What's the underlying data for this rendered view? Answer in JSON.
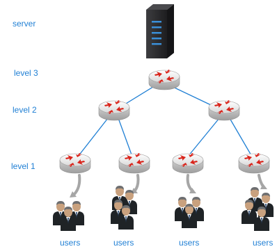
{
  "labels": {
    "server": "server",
    "level3": "level 3",
    "level2": "level 2",
    "level1": "level 1",
    "users": "users"
  },
  "colors": {
    "label_text": "#1f7fd4",
    "links": "#1f7fd4",
    "router_body": "#eeeeee",
    "router_arrows": "#d9251c",
    "server_body": "#2f2f31",
    "server_leds": "#3a8fd8",
    "arrow_grey": "#a6a6a6",
    "suit": "#1f2326",
    "face": "#c9a17e",
    "hair": "#6d6e70"
  },
  "icons": {
    "server": "server-tower-icon",
    "router": "router-icon",
    "users": "user-group-icon"
  }
}
